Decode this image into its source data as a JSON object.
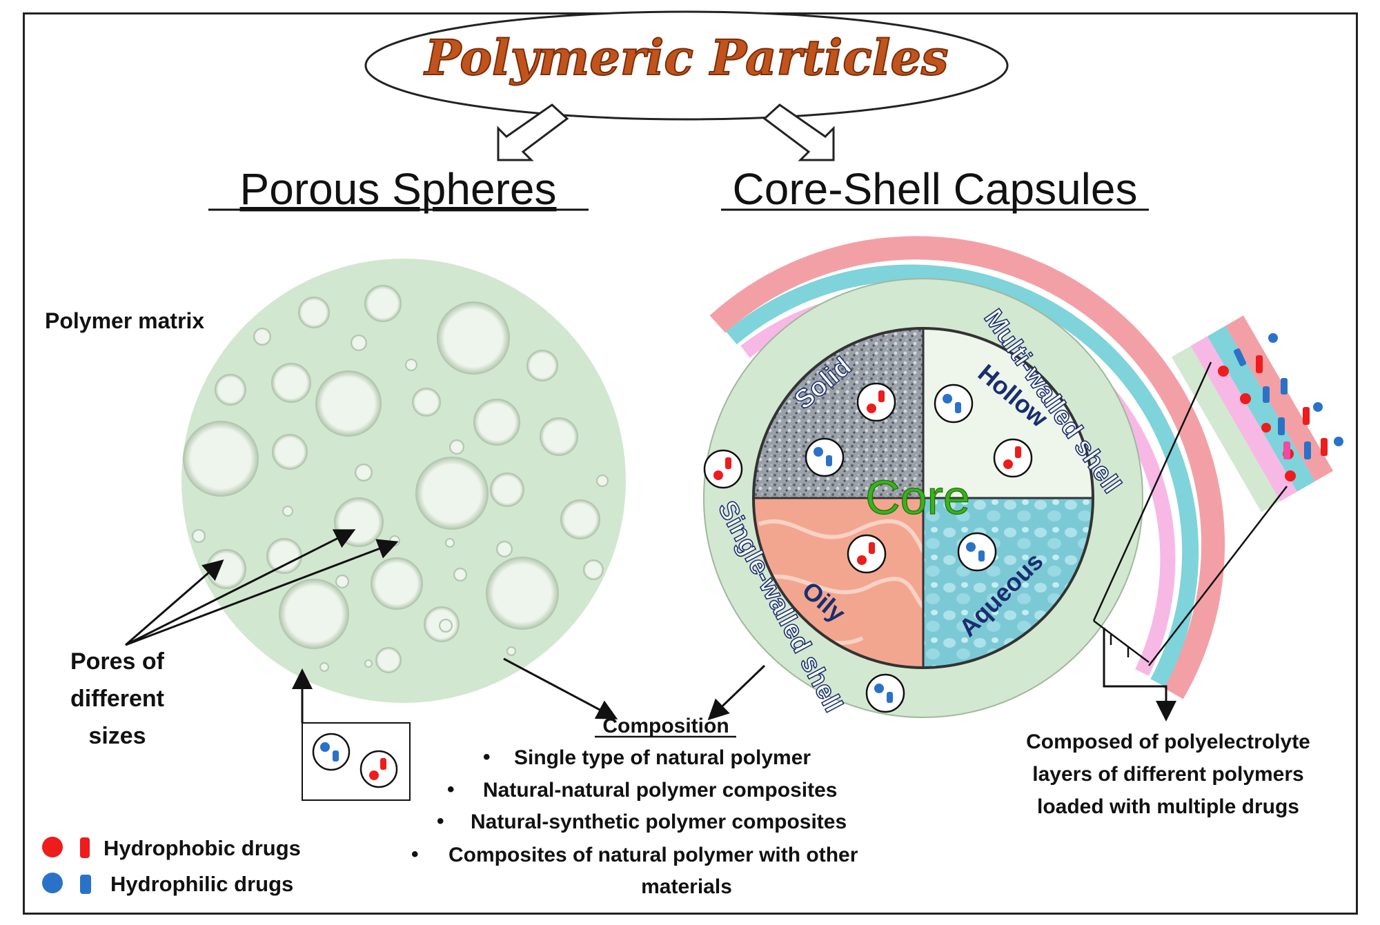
{
  "title": "Polymeric Particles",
  "left_heading": "Porous Spheres",
  "right_heading": "Core-Shell Capsules",
  "porous": {
    "matrix_label": "Polymer matrix",
    "pores_label": [
      "Pores of",
      "different",
      "sizes"
    ]
  },
  "capsule": {
    "core_label": "Core",
    "quadrants": {
      "solid": "Solid",
      "hollow": "Hollow",
      "oily": "Oily",
      "aqueous": "Aqueous"
    },
    "single_shell": "Single-walled shell",
    "multi_shell": "Multi-walled shell"
  },
  "composition": {
    "heading": "Composition",
    "items": [
      "Single type of natural polymer",
      "Natural-natural polymer composites",
      "Natural-synthetic polymer composites",
      "Composites of natural polymer with other"
    ],
    "items_continued": "materials"
  },
  "polyelectrolyte_note": [
    "Composed of polyelectrolyte",
    "layers of different polymers",
    "loaded with multiple drugs"
  ],
  "legend": {
    "hydrophobic": "Hydrophobic drugs",
    "hydrophilic": "Hydrophilic drugs"
  },
  "colors": {
    "title_fill": "#c0541c",
    "matrix_green": "#d1e7cf",
    "hydrophobic_red": "#ee1c1c",
    "hydrophilic_blue": "#2a72c8",
    "core_green": "#3bb11c",
    "shell_pink_outer": "#f2a0a6",
    "shell_teal": "#7fd3da",
    "shell_pink_inner": "#f7b8e6",
    "navy_text": "#1a2e6e"
  }
}
